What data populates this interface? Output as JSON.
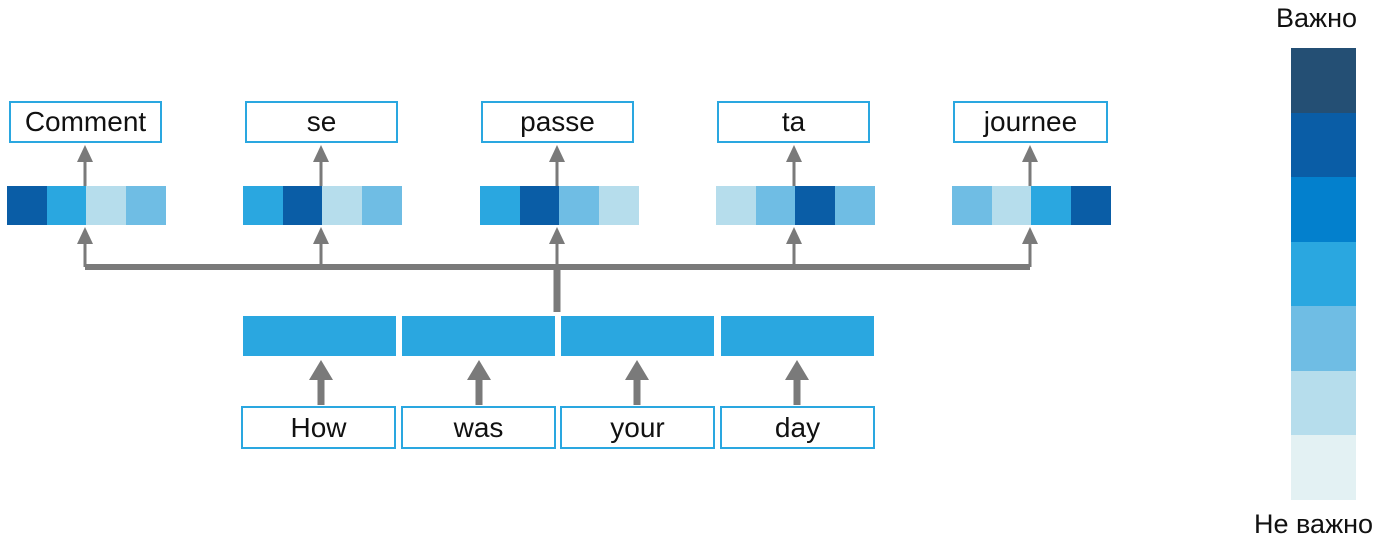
{
  "colors": {
    "arrow": "#7a7a7a",
    "box_border": "#2aa7e0",
    "encoder_bar": "#2aa7e0"
  },
  "output_words": [
    "Comment",
    "se",
    "passe",
    "ta",
    "journee"
  ],
  "input_words": [
    "How",
    "was",
    "your",
    "day"
  ],
  "attention_weights": [
    [
      5,
      3,
      1,
      2
    ],
    [
      3,
      5,
      1,
      2
    ],
    [
      3,
      5,
      2,
      1
    ],
    [
      1,
      2,
      5,
      2
    ],
    [
      2,
      1,
      3,
      5
    ]
  ],
  "legend": {
    "top_label": "Важно",
    "bottom_label": "Не важно",
    "levels": [
      "#244f74",
      "#0a5da6",
      "#0380cd",
      "#2aa7e0",
      "#6fbde4",
      "#b6ddec",
      "#e3f1f3"
    ]
  }
}
